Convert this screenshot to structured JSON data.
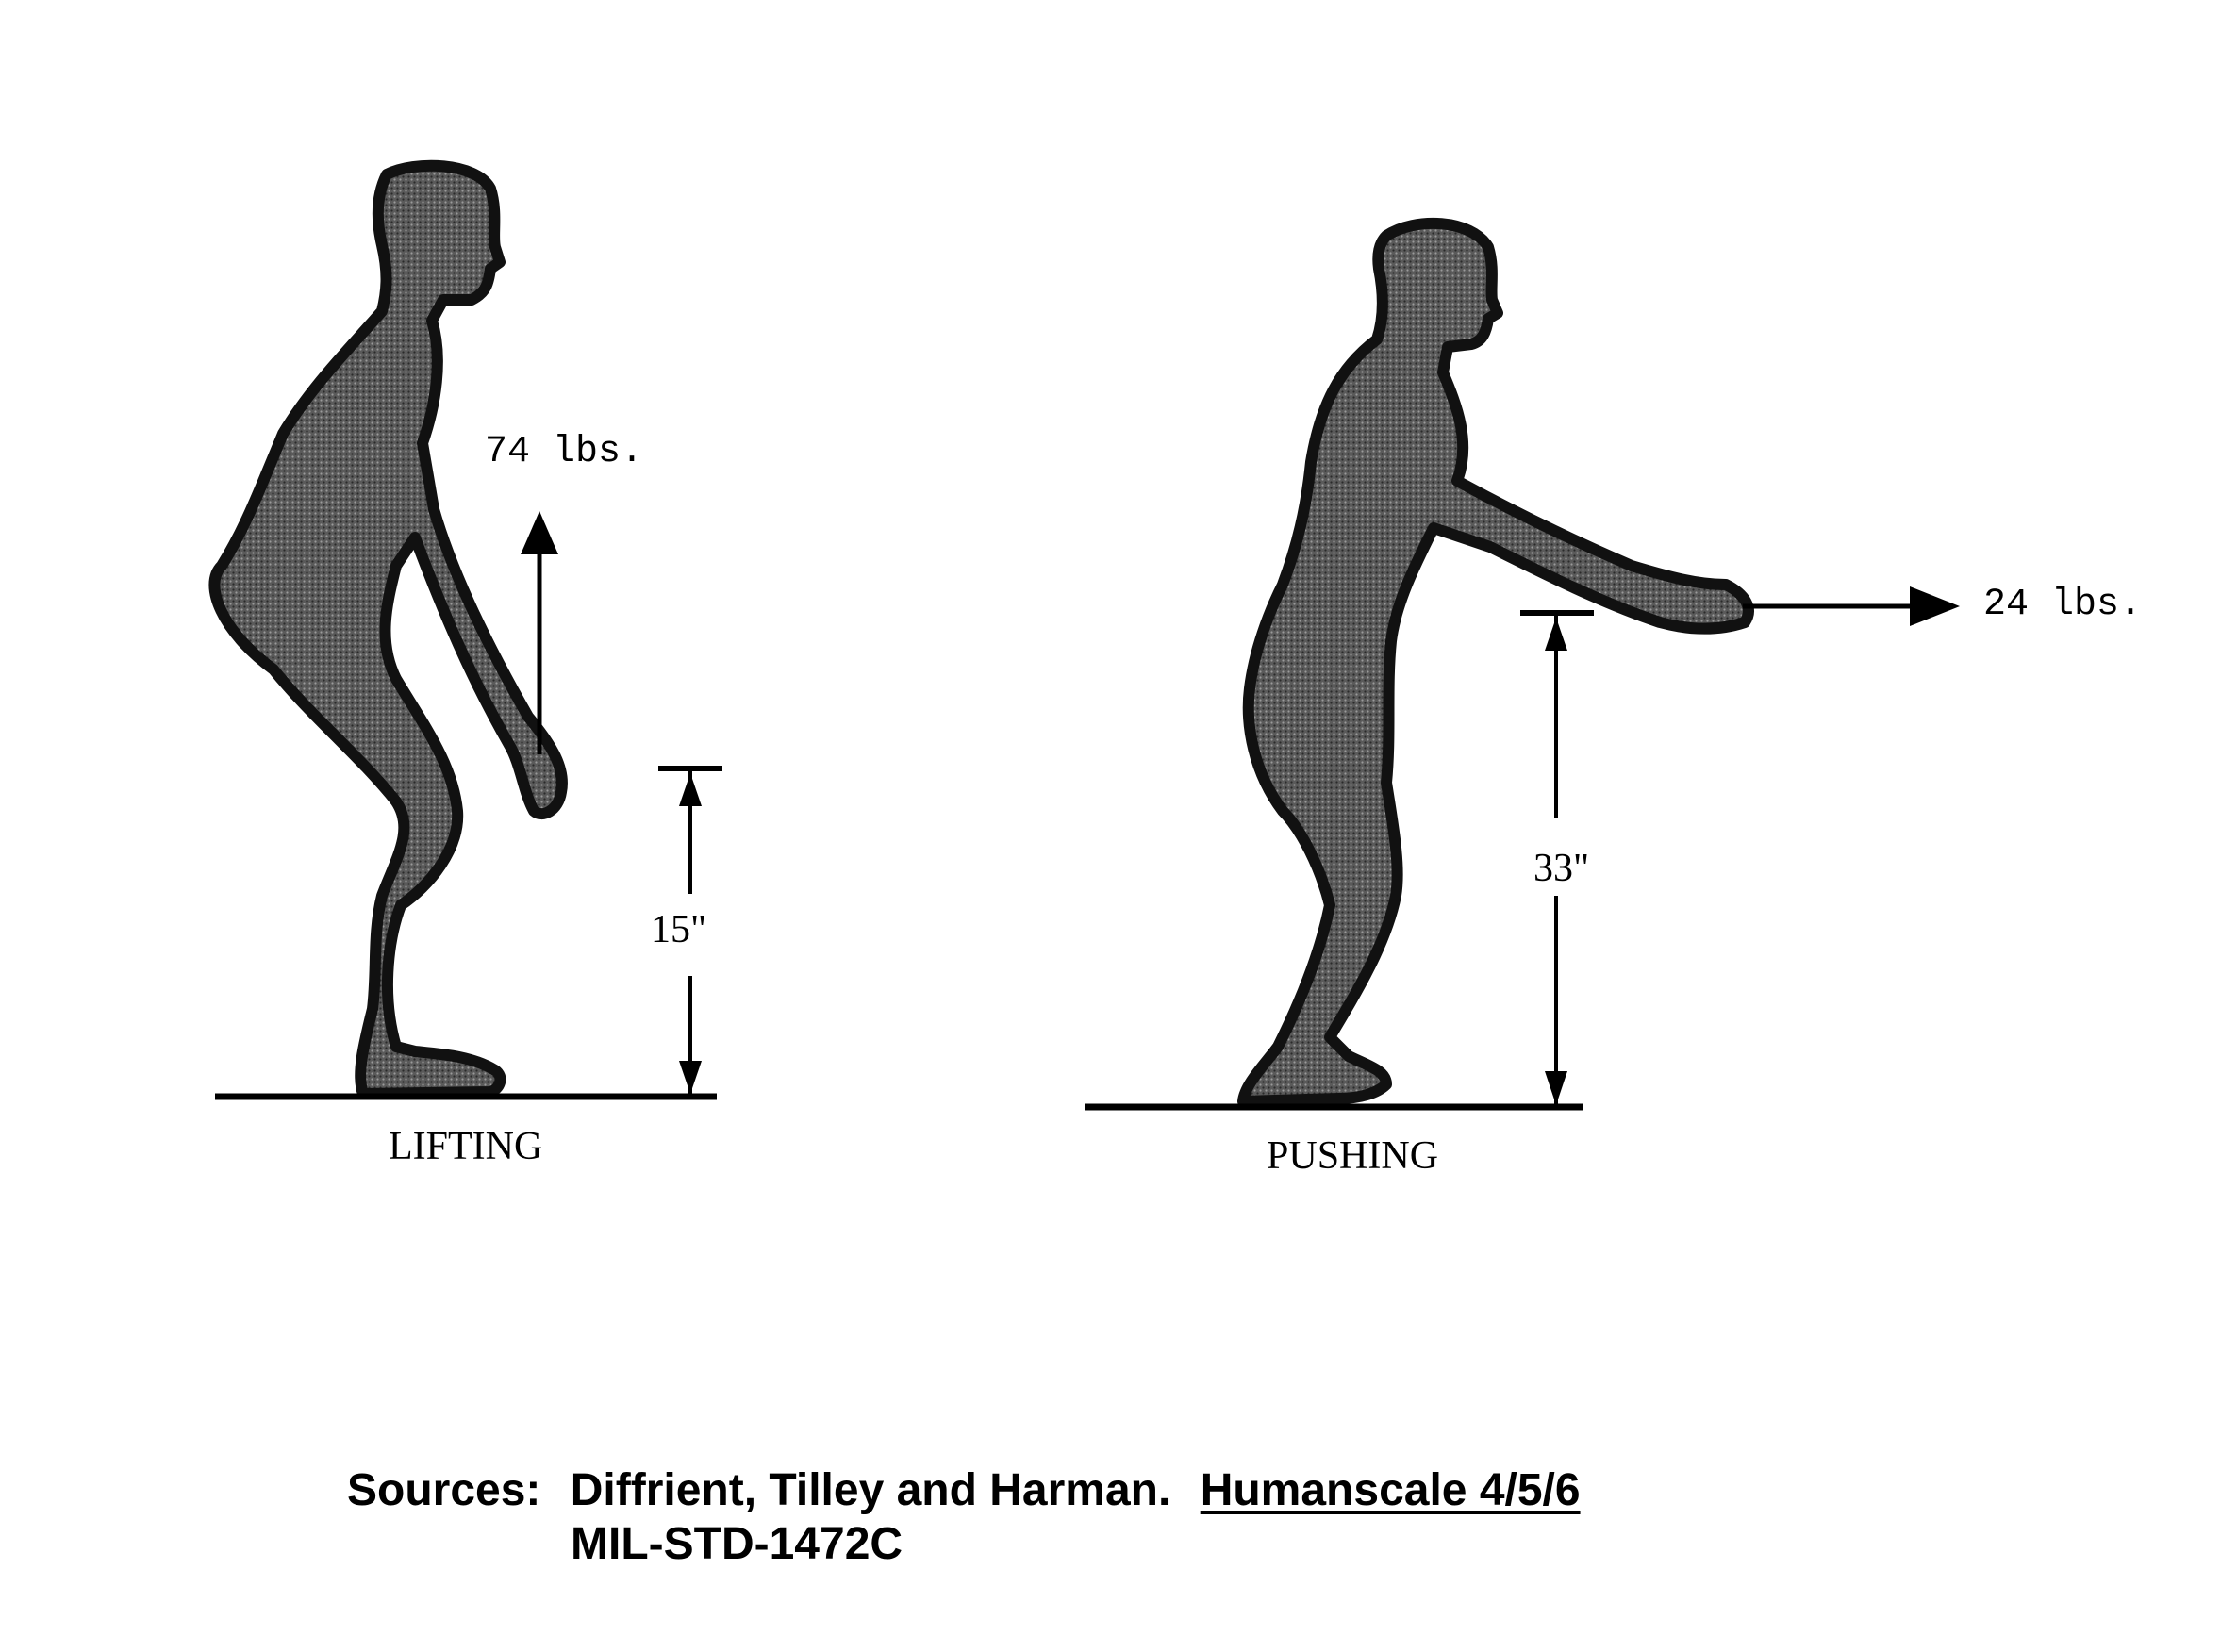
{
  "figures": [
    {
      "id": "lifting",
      "caption": "LIFTING",
      "force_label": "74 lbs.",
      "height_label": "15\""
    },
    {
      "id": "pushing",
      "caption": "PUSHING",
      "force_label": "24 lbs.",
      "height_label": "33\""
    }
  ],
  "sources": {
    "prefix": "Sources:",
    "authors": "Diffrient, Tilley and Harman.",
    "book": "Humanscale 4/5/6",
    "standard": "MIL-STD-1472C"
  },
  "colors": {
    "ink": "#000000",
    "figure_fill": "#4a4a4a",
    "figure_outline": "#111111"
  }
}
